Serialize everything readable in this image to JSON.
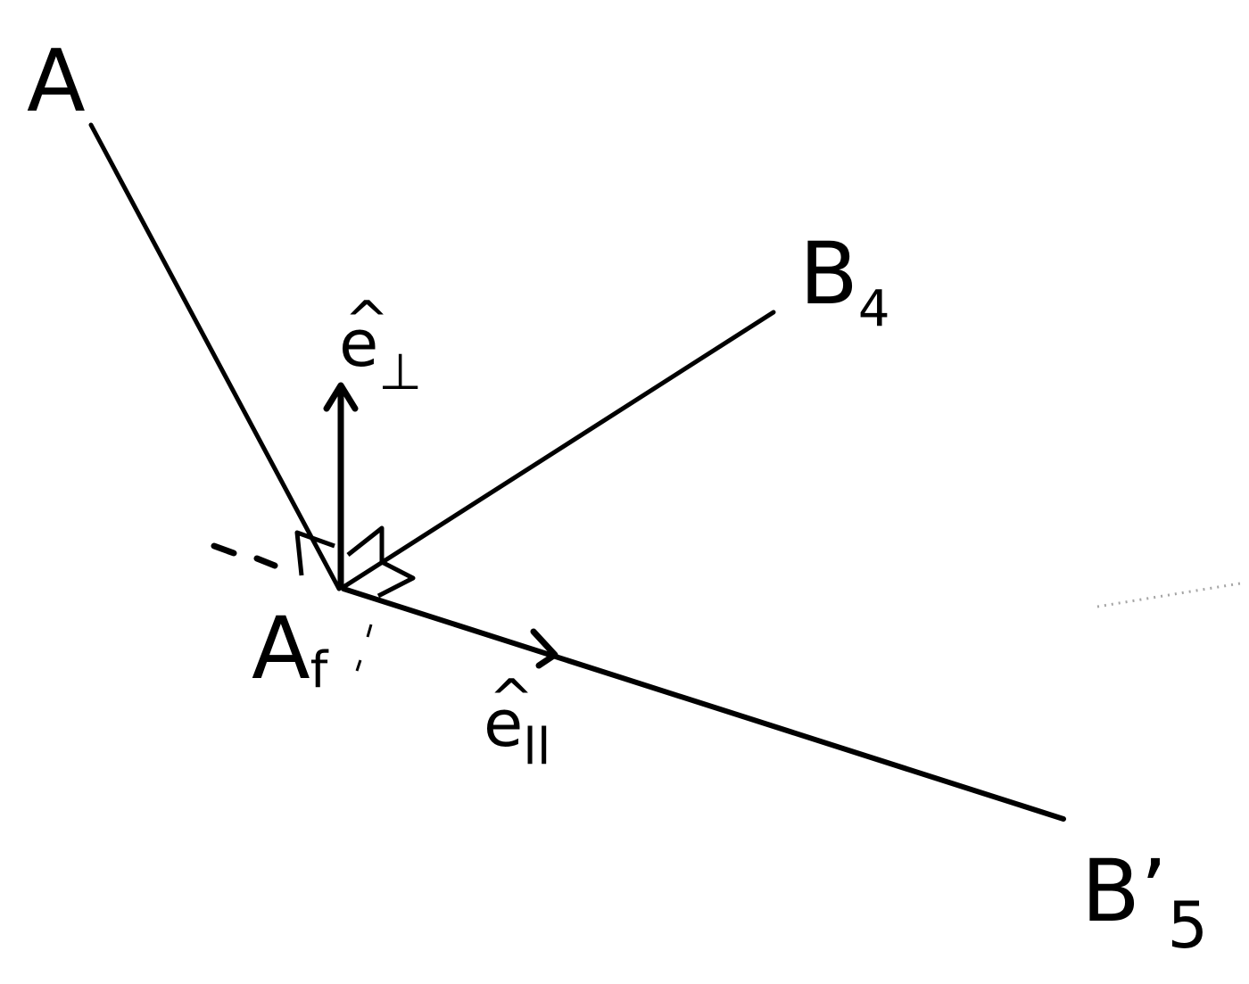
{
  "labels": {
    "A": "A",
    "Af_main": "A",
    "Af_sub": "f",
    "B4_main": "B",
    "B4_sub": "4",
    "B5_main": "B’",
    "B5_sub": "5",
    "e_perp_main": "e",
    "e_perp_sub": "⊥",
    "e_par_main": "e",
    "e_par_sub": "ll",
    "hat": "^"
  },
  "colors": {
    "ink": "#000000",
    "background": "#ffffff"
  }
}
